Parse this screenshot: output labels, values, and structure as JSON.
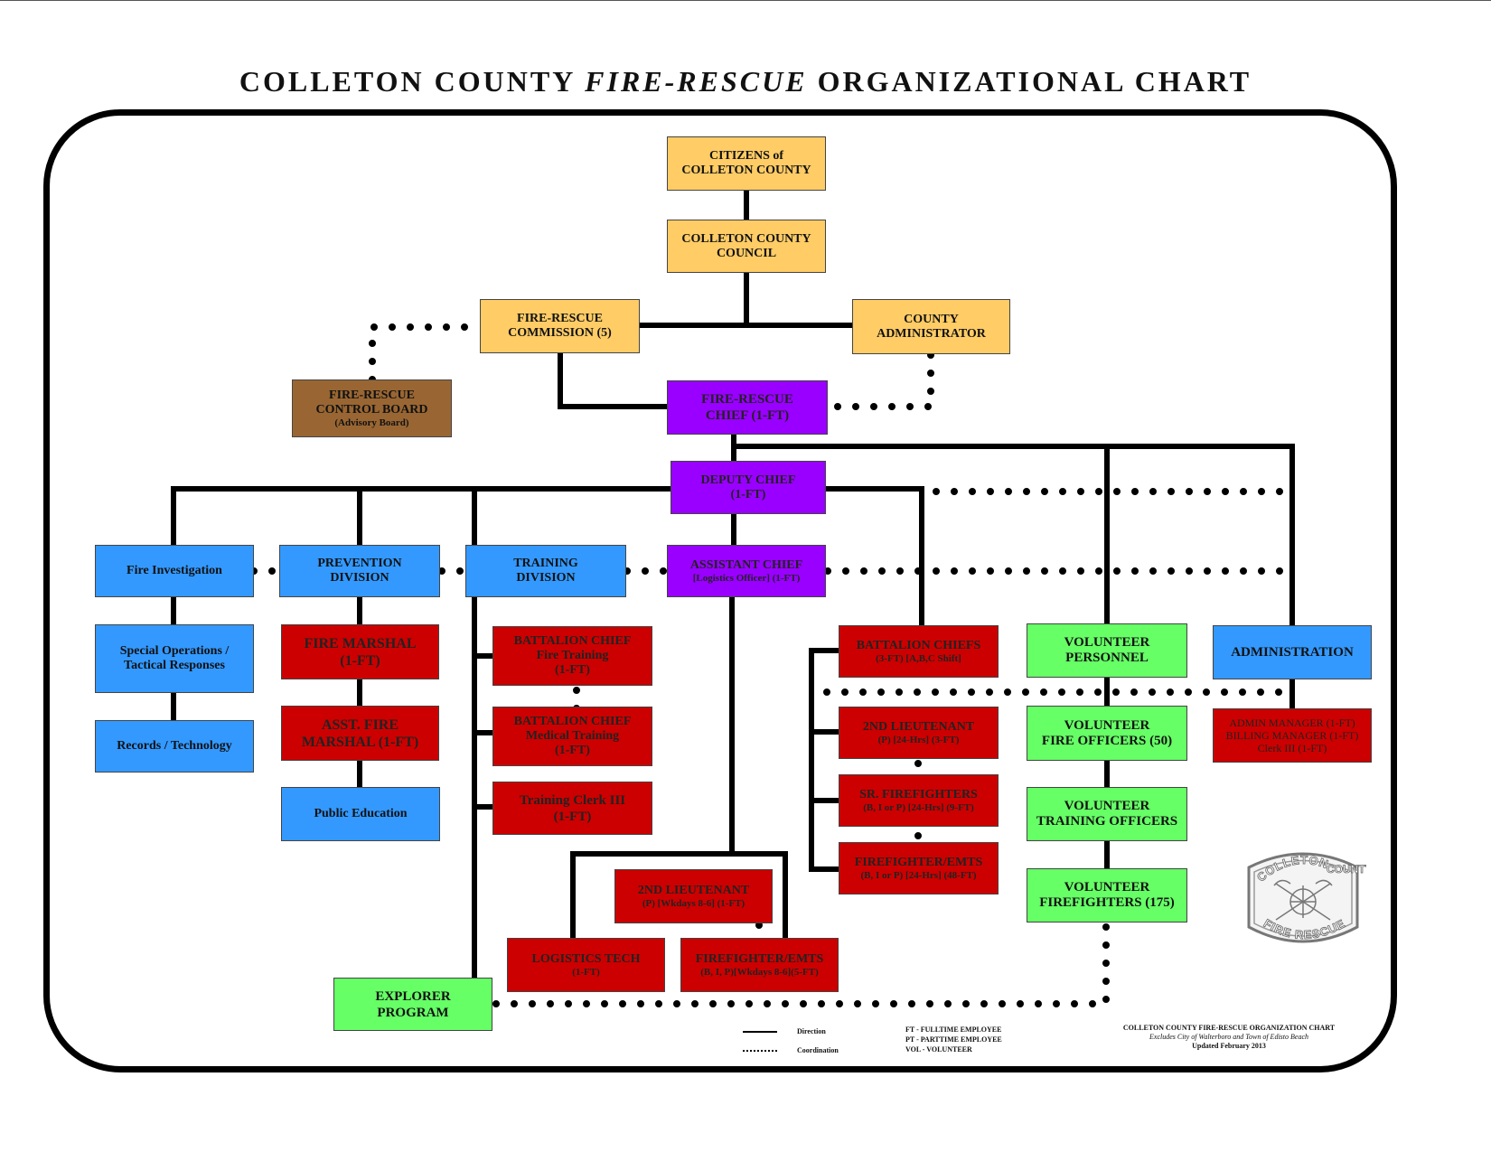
{
  "title": {
    "part1": "COLLETON  COUNTY ",
    "part2": "FIRE-RESCUE",
    "part3": " ORGANIZATIONAL  CHART"
  },
  "nodes": {
    "citizens": {
      "lines": [
        "CITIZENS of",
        "COLLETON COUNTY"
      ]
    },
    "council": {
      "lines": [
        "COLLETON COUNTY",
        "COUNCIL"
      ]
    },
    "commission": {
      "lines": [
        "FIRE-RESCUE",
        "COMMISSION (5)"
      ]
    },
    "administrator": {
      "lines": [
        "COUNTY",
        "ADMINISTRATOR"
      ]
    },
    "control_board": {
      "lines": [
        "FIRE-RESCUE",
        "CONTROL BOARD"
      ],
      "sub": "(Advisory Board)"
    },
    "chief": {
      "lines": [
        "FIRE-RESCUE",
        "CHIEF  (1-FT)"
      ]
    },
    "deputy": {
      "lines": [
        "DEPUTY CHIEF",
        "(1-FT)"
      ]
    },
    "fire_investigation": {
      "lines": [
        "Fire Investigation"
      ]
    },
    "prevention": {
      "lines": [
        "PREVENTION",
        "DIVISION"
      ]
    },
    "training": {
      "lines": [
        "TRAINING",
        "DIVISION"
      ]
    },
    "assistant": {
      "lines": [
        "ASSISTANT CHIEF"
      ],
      "sub": "[Logistics Officer] (1-FT)"
    },
    "special_ops": {
      "lines": [
        "Special Operations /",
        "Tactical Responses"
      ]
    },
    "records": {
      "lines": [
        "Records / Technology"
      ]
    },
    "fire_marshal": {
      "lines": [
        "FIRE MARSHAL",
        "(1-FT)"
      ]
    },
    "asst_marshal": {
      "lines": [
        "ASST. FIRE",
        "MARSHAL (1-FT)"
      ]
    },
    "public_ed": {
      "lines": [
        "Public Education"
      ]
    },
    "bc_fire_training": {
      "lines": [
        "BATTALION CHIEF",
        "Fire Training",
        "(1-FT)"
      ]
    },
    "bc_medical": {
      "lines": [
        "BATTALION CHIEF",
        "Medical Training",
        "(1-FT)"
      ]
    },
    "training_clerk": {
      "lines": [
        "Training Clerk III",
        "(1-FT)"
      ]
    },
    "log_2nd_lt": {
      "lines": [
        "2ND LIEUTENANT"
      ],
      "sub": "(P) [Wkdays 8-6] (1-FT)"
    },
    "logistics_tech": {
      "lines": [
        "LOGISTICS TECH"
      ],
      "sub": "(1-FT)"
    },
    "log_ff": {
      "lines": [
        "FIREFIGHTER/EMTS"
      ],
      "sub": "(B, I, P)[Wkdays 8-6](5-FT)"
    },
    "explorer": {
      "lines": [
        "EXPLORER",
        "PROGRAM"
      ]
    },
    "battalion_chiefs": {
      "lines": [
        "BATTALION CHIEFS"
      ],
      "sub": "(3-FT)    [A,B,C Shift]"
    },
    "ops_2nd_lt": {
      "lines": [
        "2ND LIEUTENANT"
      ],
      "sub": "(P) [24-Hrs] (3-FT)"
    },
    "sr_ff": {
      "lines": [
        "SR. FIREFIGHTERS"
      ],
      "sub": "(B, I or P) [24-Hrs] (9-FT)"
    },
    "ops_ff": {
      "lines": [
        "FIREFIGHTER/EMTS"
      ],
      "sub": "(B, I or P) [24-Hrs] (48-FT)"
    },
    "vol_personnel": {
      "lines": [
        "VOLUNTEER",
        "PERSONNEL"
      ]
    },
    "vol_fire_officers": {
      "lines": [
        "VOLUNTEER",
        "FIRE  OFFICERS (50)"
      ]
    },
    "vol_training": {
      "lines": [
        "VOLUNTEER",
        "TRAINING OFFICERS"
      ]
    },
    "vol_ff": {
      "lines": [
        "VOLUNTEER",
        "FIREFIGHTERS (175)"
      ]
    },
    "administration": {
      "lines": [
        "ADMINISTRATION"
      ]
    },
    "admin_staff": {
      "lines": [
        "ADMIN MANAGER (1-FT)",
        "BILLING MANAGER (1-FT)",
        "Clerk III (1-FT)"
      ]
    }
  },
  "legend": {
    "direction": "Direction",
    "coordination": "Coordination",
    "ft": "FT     - FULLTIME EMPLOYEE",
    "pt": "PT     - PARTTIME EMPLOYEE",
    "vol": "VOL  - VOLUNTEER"
  },
  "footnote": {
    "line1": "COLLETON COUNTY FIRE-RESCUE ORGANIZATION CHART",
    "line2": "Excludes City of Walterboro and Town of Edisto Beach",
    "line3": "Updated February 2013"
  },
  "logo": {
    "top": "COLLETON",
    "right": "COUNTY",
    "bottom": "FIRE RESCUE"
  },
  "colors": {
    "governance": "#FFCC66",
    "advisory": "#996633",
    "command": "#9900FF",
    "division": "#3399FF",
    "staff": "#CC0000",
    "volunteer": "#66FF66"
  }
}
